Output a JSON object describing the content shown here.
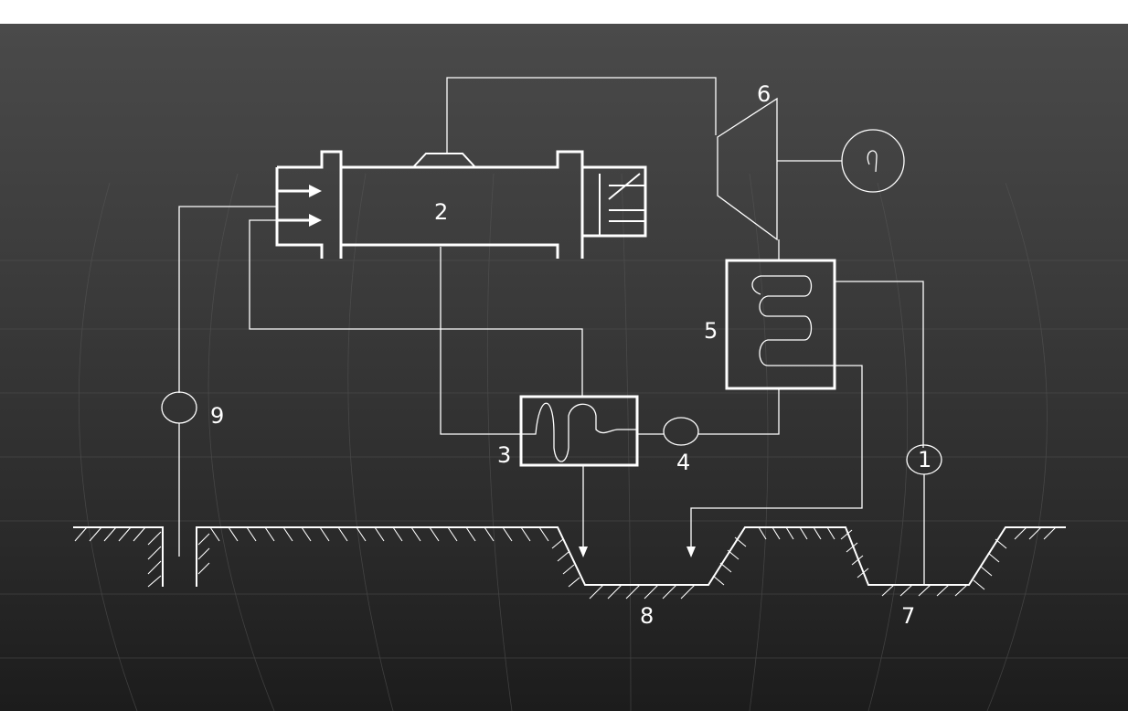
{
  "diagram": {
    "background_color": "#3a3a3a",
    "line_color": "#ffffff",
    "labels": {
      "pump_1": "1",
      "gas_turbine": "2",
      "heat_exchanger_3": "3",
      "pump_4": "4",
      "waste_heat_boiler": "5",
      "steam_turbine": "6",
      "well_7": "7",
      "pond_8": "8",
      "pump_9": "9"
    }
  }
}
